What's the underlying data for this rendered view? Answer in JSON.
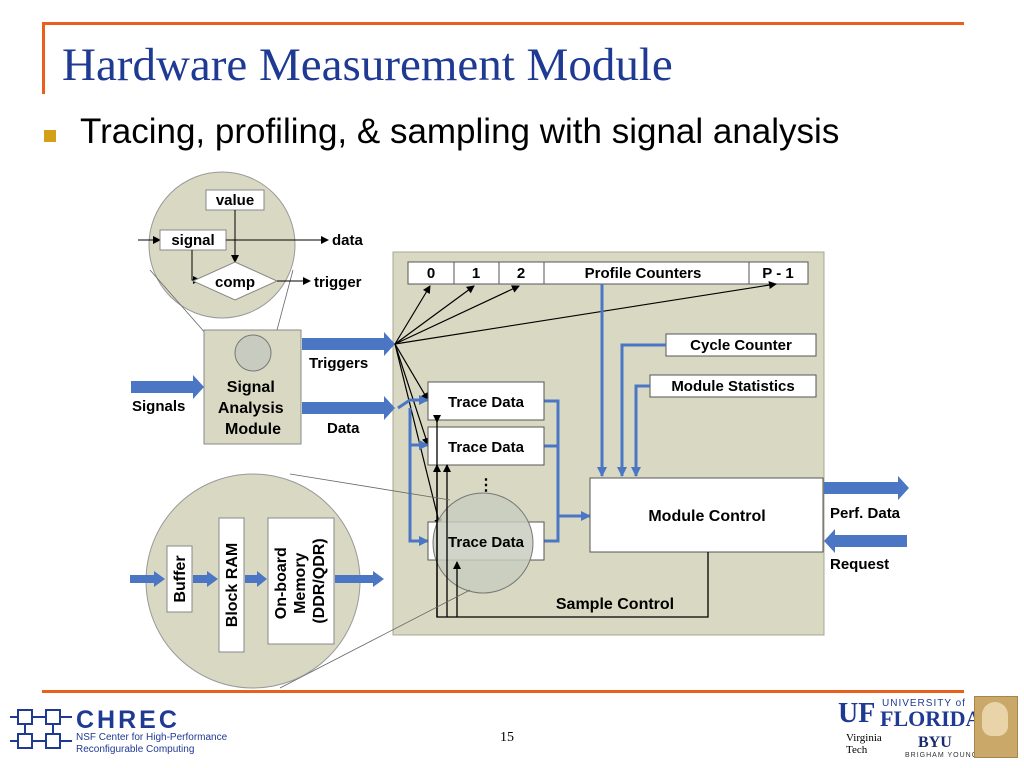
{
  "slide": {
    "title": "Hardware Measurement Module",
    "bullet": "Tracing, profiling, & sampling with signal analysis",
    "page_number": "15",
    "accent_color": "#e8601c",
    "title_color": "#1f3a93",
    "bullet_color": "#d4a017"
  },
  "diagram": {
    "inset_top": {
      "value": "value",
      "signal": "signal",
      "comp": "comp",
      "data": "data",
      "trigger": "trigger"
    },
    "signal_analysis_module": "Signal\nAnalysis\nModule",
    "signals": "Signals",
    "triggers": "Triggers",
    "data": "Data",
    "profile_counters": {
      "cells": [
        "0",
        "1",
        "2",
        "Profile Counters",
        "P - 1"
      ]
    },
    "cycle_counter": "Cycle Counter",
    "module_statistics": "Module Statistics",
    "trace_data": [
      "Trace Data",
      "Trace Data",
      "Trace Data"
    ],
    "ellipsis": "⋮",
    "module_control": "Module Control",
    "perf_data": "Perf. Data",
    "request": "Request",
    "sample_control": "Sample Control",
    "inset_bottom": {
      "buffer": "Buffer",
      "block_ram": "Block RAM",
      "onboard_memory": [
        "On-board",
        "Memory",
        "(DDR/QDR)"
      ]
    }
  },
  "footer": {
    "chrec": "CHREC",
    "chrec_line1": "NSF Center for High-Performance",
    "chrec_line2": "Reconfigurable Computing",
    "uf_mark": "UF",
    "uf_university": "UNIVERSITY of",
    "uf_florida": "FLORIDA",
    "vt": "Virginia\nTech",
    "byu": "BYU",
    "byu_sub": "BRIGHAM YOUNG"
  }
}
